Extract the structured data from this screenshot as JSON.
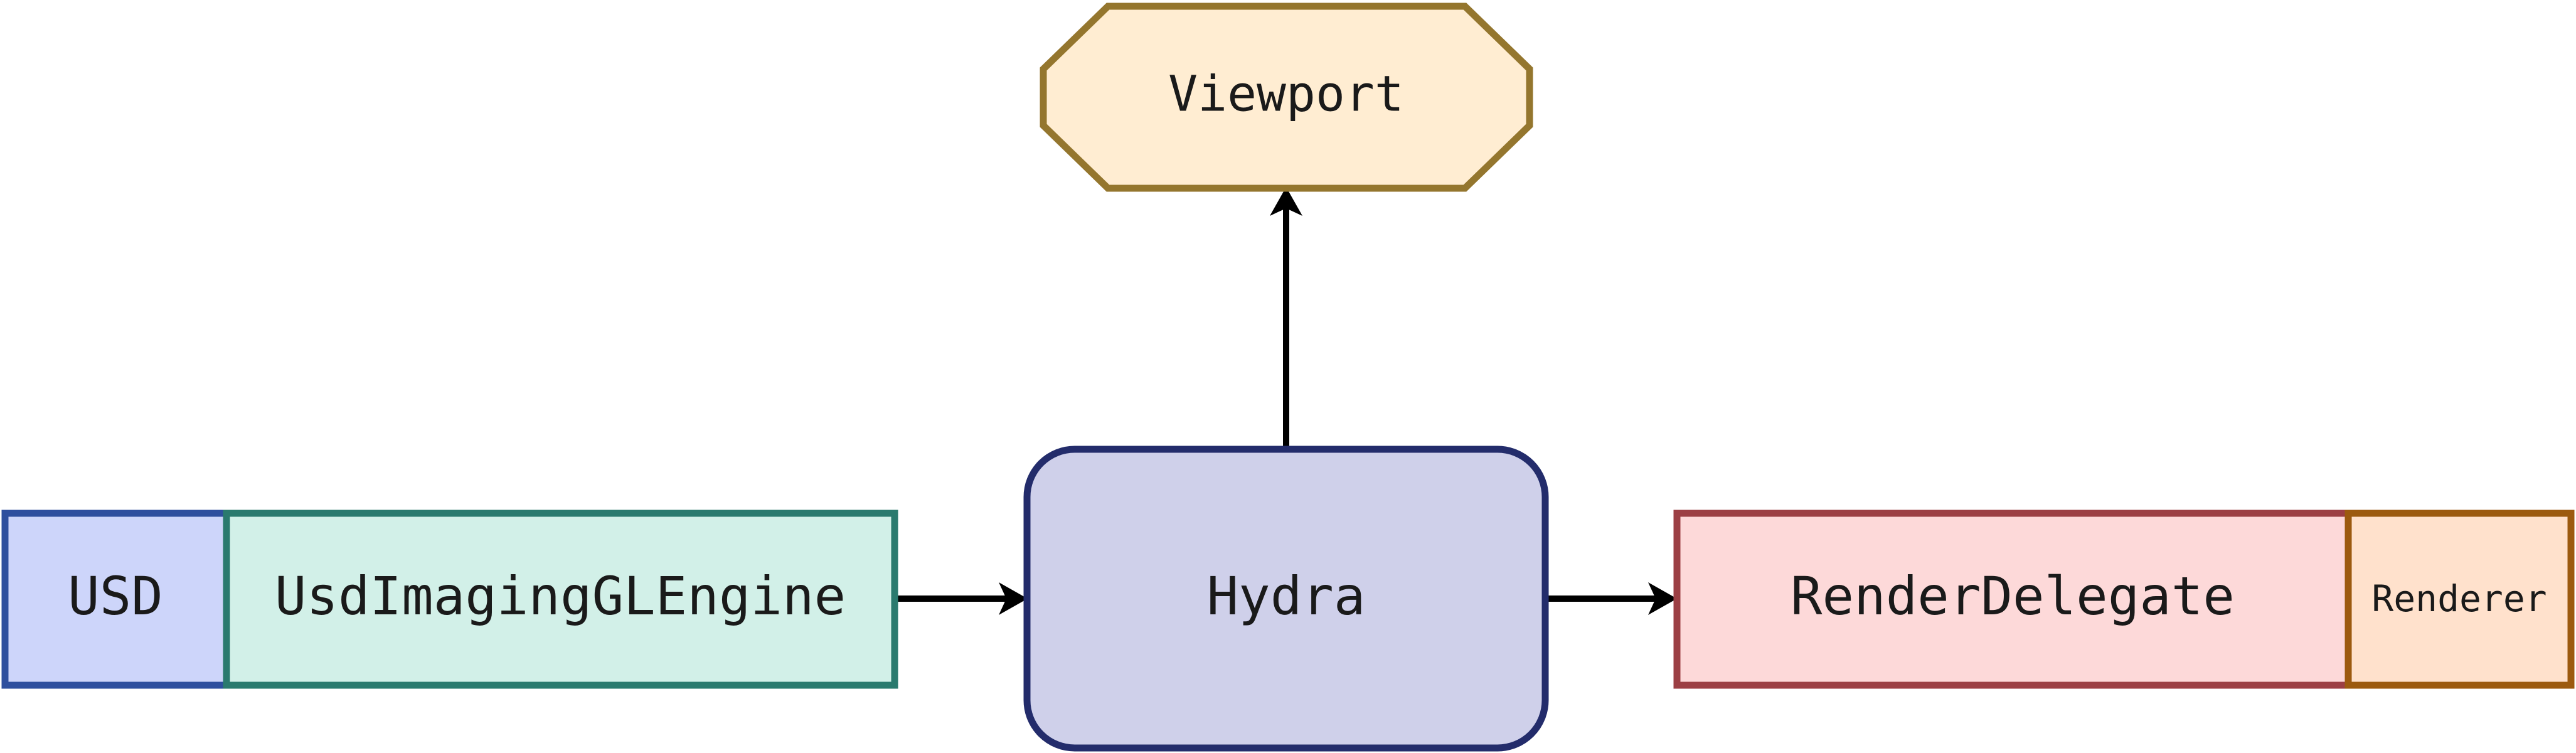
{
  "nodes": {
    "usd": {
      "label": "USD",
      "fill": "#cdd5fa",
      "stroke": "#2e4f9e"
    },
    "engine": {
      "label": "UsdImagingGLEngine",
      "fill": "#d2f0e8",
      "stroke": "#2a7a6e"
    },
    "hydra": {
      "label": "Hydra",
      "fill": "#cfd0ea",
      "stroke": "#232c6b"
    },
    "viewport": {
      "label": "Viewport",
      "fill": "#ffedd2",
      "stroke": "#94762e"
    },
    "delegate": {
      "label": "RenderDelegate",
      "fill": "#fdd9d9",
      "stroke": "#9c3f44"
    },
    "renderer": {
      "label": "Renderer",
      "fill": "#ffe1cc",
      "stroke": "#9c5a0f"
    }
  },
  "edges": [
    {
      "from": "engine",
      "to": "hydra"
    },
    {
      "from": "hydra",
      "to": "viewport"
    },
    {
      "from": "hydra",
      "to": "delegate"
    }
  ],
  "arrow_color": "#000000"
}
